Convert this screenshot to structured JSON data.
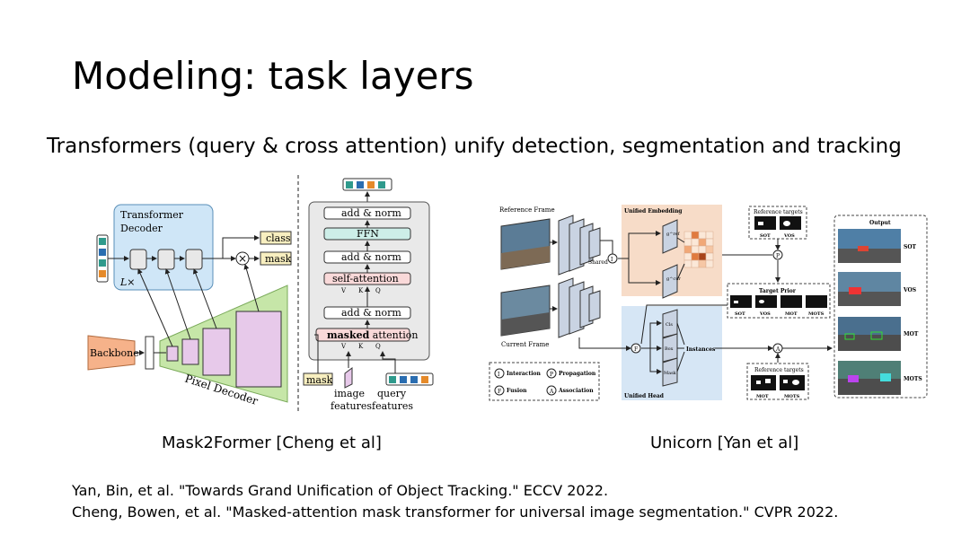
{
  "slide": {
    "title": "Modeling: task layers",
    "subtitle": "Transformers (query & cross attention) unify detection, segmentation and tracking",
    "captions": {
      "left": "Mask2Former [Cheng et al]",
      "right": "Unicorn [Yan et al]"
    },
    "references": [
      "Yan, Bin, et al. \"Towards Grand Unification of Object Tracking.\"  ECCV 2022.",
      "Cheng, Bowen, et al. \"Masked-attention mask transformer for universal image segmentation.\" CVPR 2022."
    ]
  },
  "mask2former": {
    "decoder_title_line1": "Transformer",
    "decoder_title_line2": "Decoder",
    "repeat": "L×",
    "backbone": "Backbone",
    "pixel_decoder": "Pixel Decoder",
    "class_label": "class",
    "mask_label": "mask",
    "blocks": [
      "add & norm",
      "FFN",
      "add & norm",
      "self-attention",
      "add & norm"
    ],
    "masked_attention_bold": "masked",
    "masked_attention_rest": " attention",
    "vkq": [
      "V",
      "K",
      "Q"
    ],
    "mask_input": "mask",
    "image_features_1": "image",
    "image_features_2": "features",
    "query_features_1": "query",
    "query_features_2": "features",
    "colors": {
      "decoder_bg": "#cfe6f7",
      "backbone": "#f6b28a",
      "pixel": "#c6e6a8",
      "ffn": "#cdeee8",
      "attn": "#f9d9d9",
      "sq": [
        "#2f9a8c",
        "#2a6db0",
        "#e58a2a",
        "#2f9a8c"
      ]
    }
  },
  "unicorn": {
    "reference_frame": "Reference Frame",
    "current_frame": "Current Frame",
    "shared": "Shared",
    "unified_embedding": "Unified Embedding",
    "unified_head": "Unified Head",
    "g_ref": "g^ref",
    "g_cur": "g^cur",
    "reference_targets": "Reference targets",
    "sot": "SOT",
    "vos": "VOS",
    "mot": "MOT",
    "mots": "MOTS",
    "target_prior": "Target Prior",
    "output": "Output",
    "instances": "Instances",
    "cls": "Cls",
    "box": "Box",
    "mask": "Mask",
    "legend": {
      "interaction": "Interaction",
      "propagation": "Propagation",
      "fusion": "Fusion",
      "association": "Association"
    },
    "letters": {
      "i": "I",
      "p": "P",
      "f": "F",
      "a": "A"
    }
  }
}
